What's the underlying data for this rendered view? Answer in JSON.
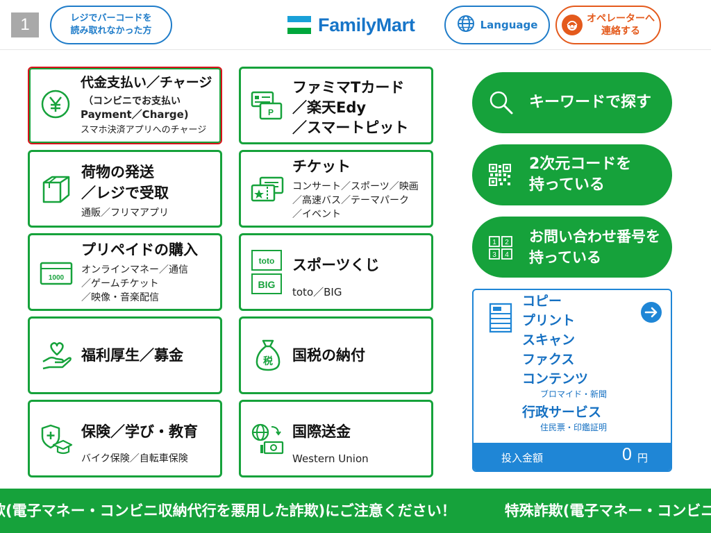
{
  "header": {
    "page_number": "1",
    "barcode_button": [
      "レジでバーコードを",
      "読み取れなかった方"
    ],
    "logo_text": "FamilyMart",
    "language_button": "Language",
    "operator_button": [
      "オペレーターへ",
      "連絡する"
    ]
  },
  "tiles": {
    "payment": {
      "title": "代金支払い／チャージ",
      "line2": "（コンビニでお支払い",
      "line3": "Payment／Charge)",
      "sub": "スマホ決済アプリへのチャージ"
    },
    "famima_card": {
      "title_lines": [
        "ファミマTカード",
        "／楽天Edy",
        "／スマートピット"
      ]
    },
    "shipping": {
      "title_lines": [
        "荷物の発送",
        "／レジで受取"
      ],
      "sub": "通販／フリマアプリ"
    },
    "ticket": {
      "title": "チケット",
      "sub_lines": [
        "コンサート／スポーツ／映画",
        "／高速バス／テーマパーク",
        "／イベント"
      ]
    },
    "prepaid": {
      "title": "プリペイドの購入",
      "sub_lines": [
        "オンラインマネー／通信",
        "／ゲームチケット",
        "／映像・音楽配信"
      ]
    },
    "sports_lottery": {
      "title": "スポーツくじ",
      "sub": "toto／BIG",
      "icon_text_toto": "toto",
      "icon_text_big": "BIG"
    },
    "welfare": {
      "title": "福利厚生／募金"
    },
    "tax": {
      "title": "国税の納付",
      "icon_text": "税"
    },
    "insurance": {
      "title": "保険／学び・教育",
      "sub": "バイク保険／自転車保険"
    },
    "remittance": {
      "title": "国際送金",
      "sub": "Western Union"
    },
    "prepaid_icon_value": "1000"
  },
  "right": {
    "keyword_search": "キーワードで探す",
    "qr_code": [
      "2次元コードを",
      "持っている"
    ],
    "inquiry_number": [
      "お問い合わせ番号を",
      "持っている"
    ],
    "inquiry_icon_digits": [
      "1",
      "2",
      "3",
      "4"
    ]
  },
  "copy_panel": {
    "items": [
      "コピー",
      "プリント",
      "スキャン",
      "ファクス",
      "コンテンツ"
    ],
    "contents_sub": "ブロマイド・新聞",
    "gov": "行政サービス",
    "gov_sub": "住民票・印鑑証明",
    "deposit_label": "投入金額",
    "deposit_value": "0",
    "deposit_unit": "円"
  },
  "ticker": {
    "segment_1": "詐欺(電子マネー・コンビニ収納代行を悪用した詐欺)にご注意ください！",
    "segment_2": "特殊詐欺(電子マネー・コンビニ収納代行"
  },
  "colors": {
    "green": "#16a23b",
    "blue": "#1f7cc9",
    "orange": "#e45a1c",
    "selected_border": "#d8121a"
  }
}
